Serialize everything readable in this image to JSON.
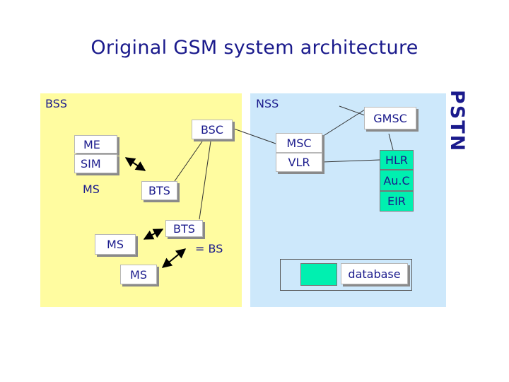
{
  "title": "Original GSM system architecture",
  "regions": {
    "bss": "BSS",
    "nss": "NSS",
    "pstn": "PSTN"
  },
  "components": {
    "me": "ME",
    "sim": "SIM",
    "ms_main": "MS",
    "bts_upper": "BTS",
    "bsc": "BSC",
    "bts_lower": "BTS",
    "ms_mid": "MS",
    "ms_bottom": "MS",
    "bs_note": "= BS",
    "msc": "MSC",
    "vlr": "VLR",
    "gmsc": "GMSC",
    "hlr": "HLR",
    "auc": "Au.C",
    "eir": "EIR"
  },
  "legend": {
    "database_label": "database",
    "database_color": "#00f0b0"
  },
  "colors": {
    "bss_bg": "#fffca0",
    "nss_bg": "#cde8fb",
    "text": "#1a1a8c"
  }
}
